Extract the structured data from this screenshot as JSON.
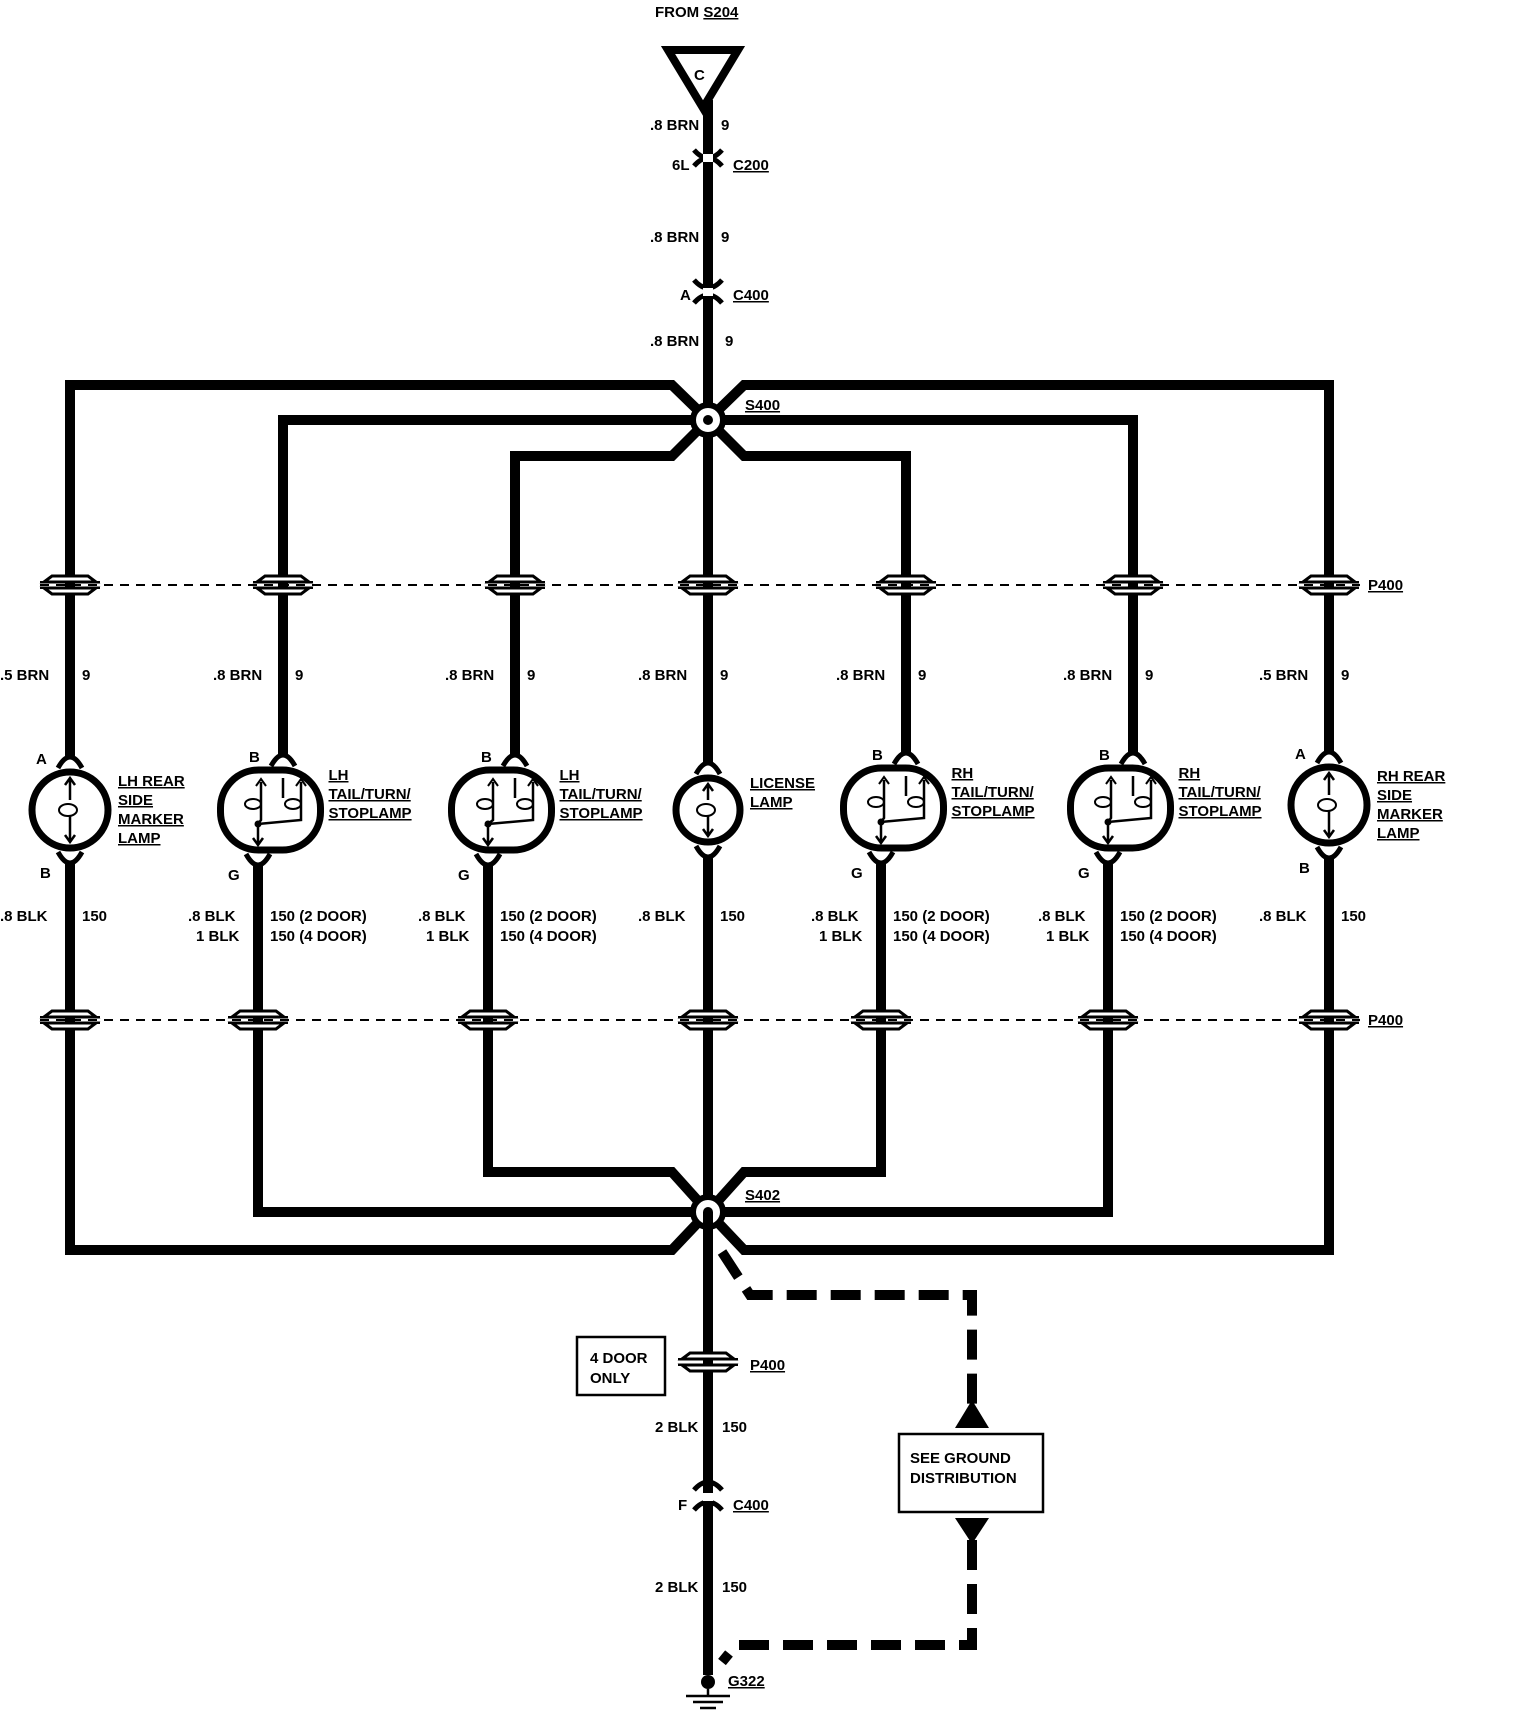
{
  "top": {
    "from_prefix": "FROM",
    "from_splice": "S204",
    "connector_letter": "C"
  },
  "trunk": {
    "wire_label": ".8 BRN",
    "circuit": "9",
    "c200_pin": "6L",
    "c200": "C200",
    "c400_pin": "A",
    "c400": "C400",
    "s400": "S400",
    "s402": "S402",
    "p400": "P400"
  },
  "ground": {
    "note_line1": "4 DOOR",
    "note_line2": "ONLY",
    "p400": "P400",
    "wire1": "2 BLK",
    "circuit": "150",
    "c400_pin": "F",
    "c400": "C400",
    "wire2": "2 BLK",
    "ground_label": "G322",
    "see_line1": "SEE GROUND",
    "see_line2": "DISTRIBUTION"
  },
  "lamps": [
    {
      "name_lines": [
        "LH REAR",
        "SIDE",
        "MARKER",
        "LAMP"
      ],
      "top_pin": "A",
      "bottom_pin": "B",
      "feed_wire": ".5 BRN",
      "feed_circuit": "9",
      "ground_wire_1": ".8 BLK",
      "ground_circuit_1": "150",
      "ground_wire_2": "",
      "ground_circuit_2": ""
    },
    {
      "name_lines": [
        "LH",
        "TAIL/TURN/",
        "STOPLAMP"
      ],
      "top_pin": "B",
      "bottom_pin": "G",
      "feed_wire": ".8 BRN",
      "feed_circuit": "9",
      "ground_wire_1": ".8 BLK",
      "ground_circuit_1": "150  (2 DOOR)",
      "ground_wire_2": "1 BLK",
      "ground_circuit_2": "150  (4 DOOR)"
    },
    {
      "name_lines": [
        "LH",
        "TAIL/TURN/",
        "STOPLAMP"
      ],
      "top_pin": "B",
      "bottom_pin": "G",
      "feed_wire": ".8 BRN",
      "feed_circuit": "9",
      "ground_wire_1": ".8 BLK",
      "ground_circuit_1": "150  (2 DOOR)",
      "ground_wire_2": "1 BLK",
      "ground_circuit_2": "150  (4 DOOR)"
    },
    {
      "name_lines": [
        "LICENSE",
        "LAMP"
      ],
      "top_pin": "",
      "bottom_pin": "",
      "feed_wire": ".8 BRN",
      "feed_circuit": "9",
      "ground_wire_1": ".8 BLK",
      "ground_circuit_1": "150",
      "ground_wire_2": "",
      "ground_circuit_2": ""
    },
    {
      "name_lines": [
        "RH",
        "TAIL/TURN/",
        "STOPLAMP"
      ],
      "top_pin": "B",
      "bottom_pin": "G",
      "feed_wire": ".8 BRN",
      "feed_circuit": "9",
      "ground_wire_1": ".8 BLK",
      "ground_circuit_1": "150  (2 DOOR)",
      "ground_wire_2": "1 BLK",
      "ground_circuit_2": "150  (4 DOOR)"
    },
    {
      "name_lines": [
        "RH",
        "TAIL/TURN/",
        "STOPLAMP"
      ],
      "top_pin": "B",
      "bottom_pin": "G",
      "feed_wire": ".8 BRN",
      "feed_circuit": "9",
      "ground_wire_1": ".8 BLK",
      "ground_circuit_1": "150  (2 DOOR)",
      "ground_wire_2": "1 BLK",
      "ground_circuit_2": "150  (4 DOOR)"
    },
    {
      "name_lines": [
        "RH REAR",
        "SIDE",
        "MARKER",
        "LAMP"
      ],
      "top_pin": "A",
      "bottom_pin": "B",
      "feed_wire": ".5 BRN",
      "feed_circuit": "9",
      "ground_wire_1": ".8 BLK",
      "ground_circuit_1": "150",
      "ground_wire_2": "",
      "ground_circuit_2": ""
    }
  ]
}
